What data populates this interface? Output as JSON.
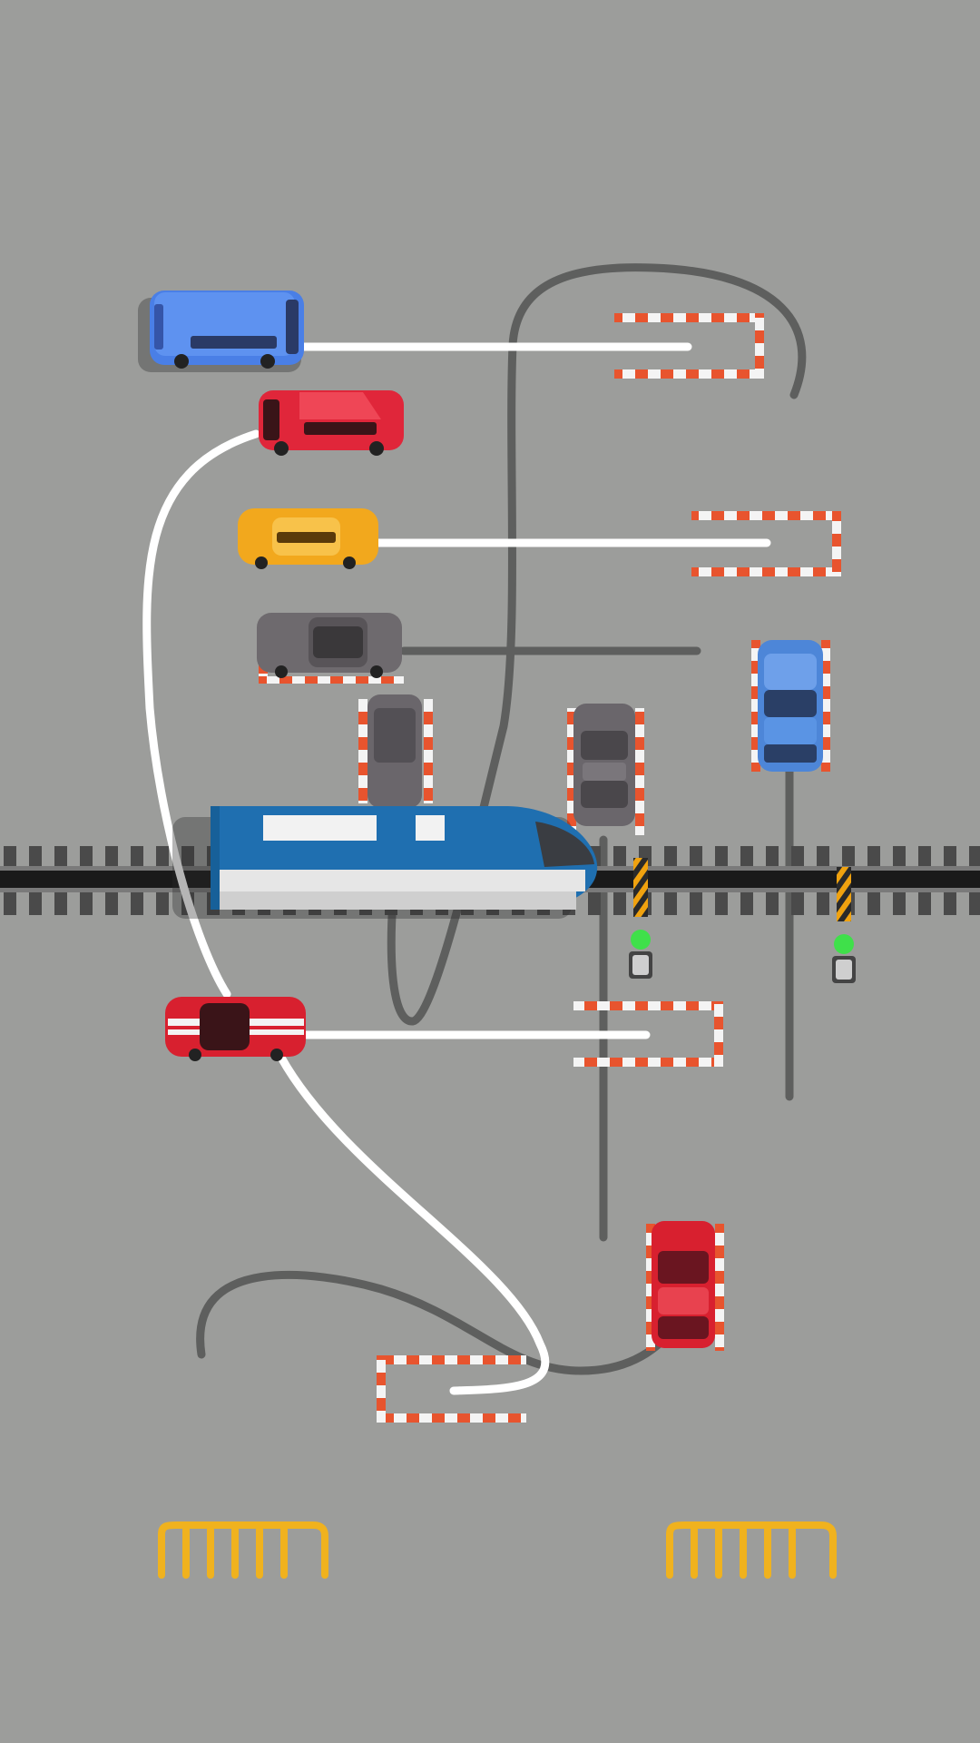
{
  "game": {
    "scene": "parking-puzzle-railway-crossing",
    "colors": {
      "ground": "#9c9d9b",
      "drawn_path": "#ffffff",
      "guide_path": "#5e5f5e",
      "barrier_red": "#e8542e",
      "barrier_white": "#f4f4f4",
      "train_body": "#1f6fb0",
      "train_stripe": "#e6e6e6",
      "rail_tie": "#3a3a3a",
      "signal_green": "#3fe04a",
      "bike_rack": "#f0b21e"
    },
    "vehicles": [
      {
        "name": "blue-van",
        "color": "#4a7fe6"
      },
      {
        "name": "red-hatchback",
        "color": "#e0263a"
      },
      {
        "name": "yellow-coupe",
        "color": "#f2a81d"
      },
      {
        "name": "gray-sports-car",
        "color": "#6e6a6e"
      },
      {
        "name": "gray-sedan-parked-top",
        "color": "#6a666b"
      },
      {
        "name": "gray-sedan-crossing",
        "color": "#6a666b"
      },
      {
        "name": "blue-sedan",
        "color": "#4d86d8"
      },
      {
        "name": "red-muscle-car",
        "color": "#d8202f"
      },
      {
        "name": "red-sedan",
        "color": "#d8202f"
      }
    ],
    "train": {
      "name": "blue-bullet-train",
      "color": "#1f6fb0"
    },
    "signals": [
      {
        "name": "crossing-signal-left",
        "state": "green"
      },
      {
        "name": "crossing-signal-right",
        "state": "green"
      }
    ]
  }
}
